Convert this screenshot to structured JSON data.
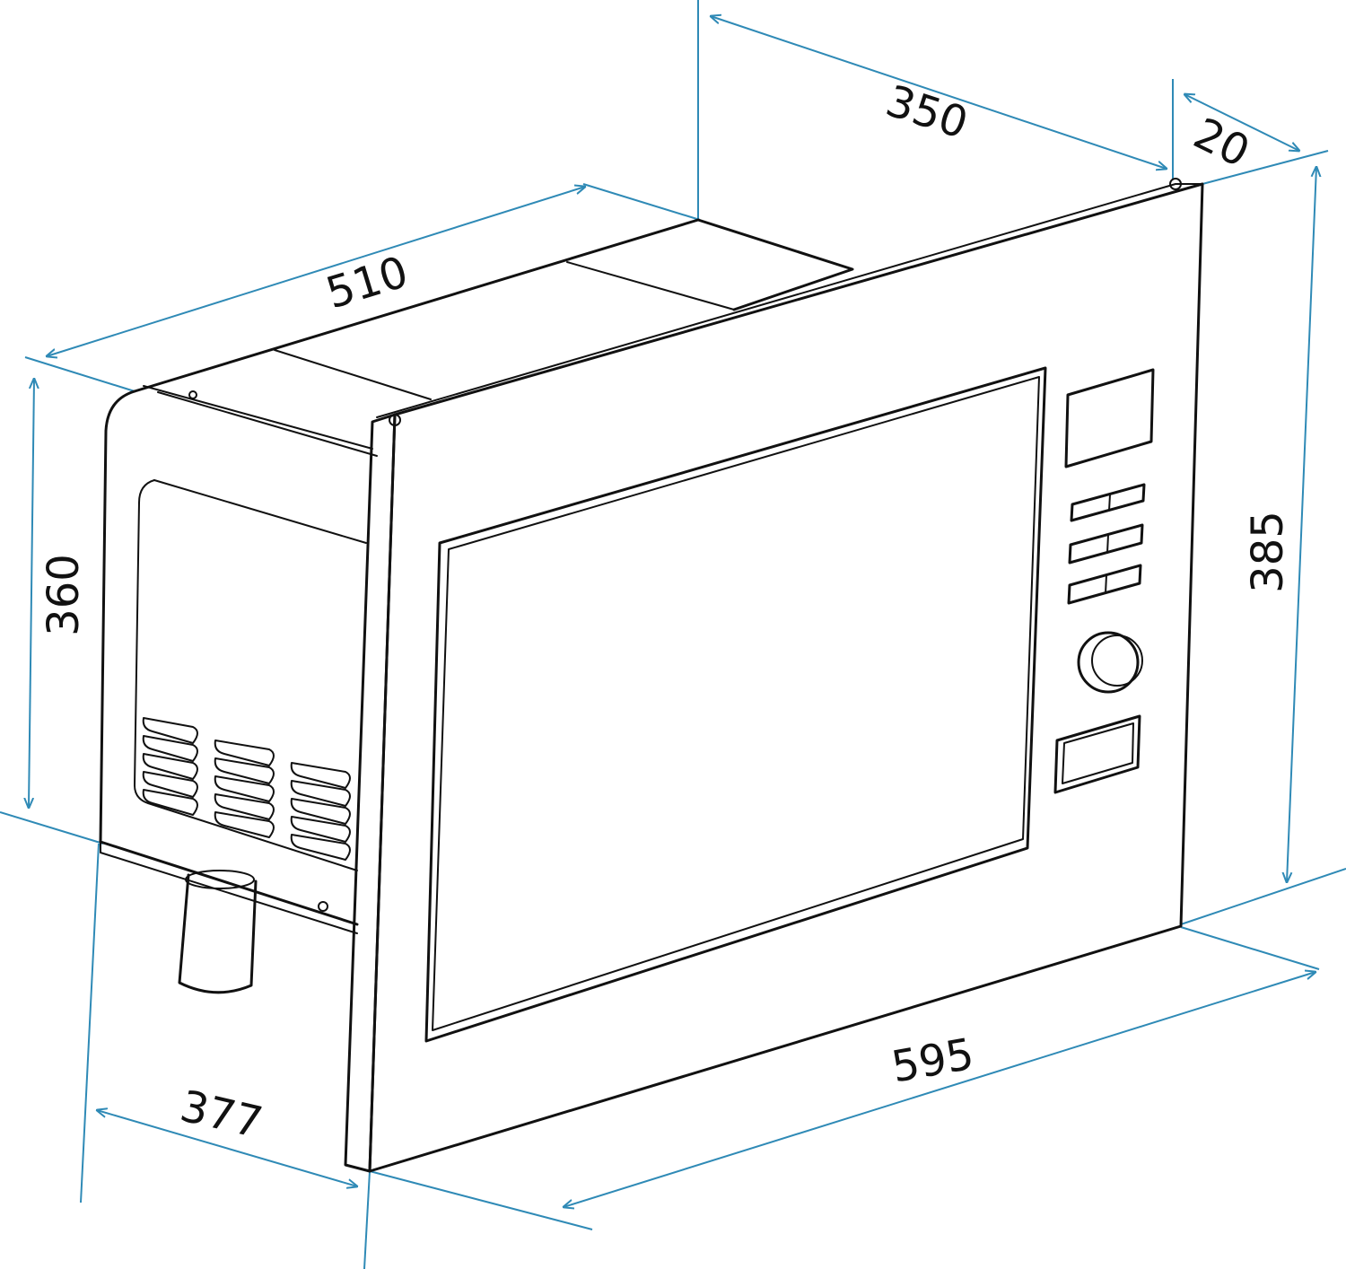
{
  "dimension_color": "#2f8ab6",
  "outline_color": "#111111",
  "dimensions": {
    "top_depth": "350",
    "frame_depth": "20",
    "body_width": "510",
    "body_height": "360",
    "frame_height": "385",
    "frame_width": "595",
    "body_depth": "377"
  }
}
